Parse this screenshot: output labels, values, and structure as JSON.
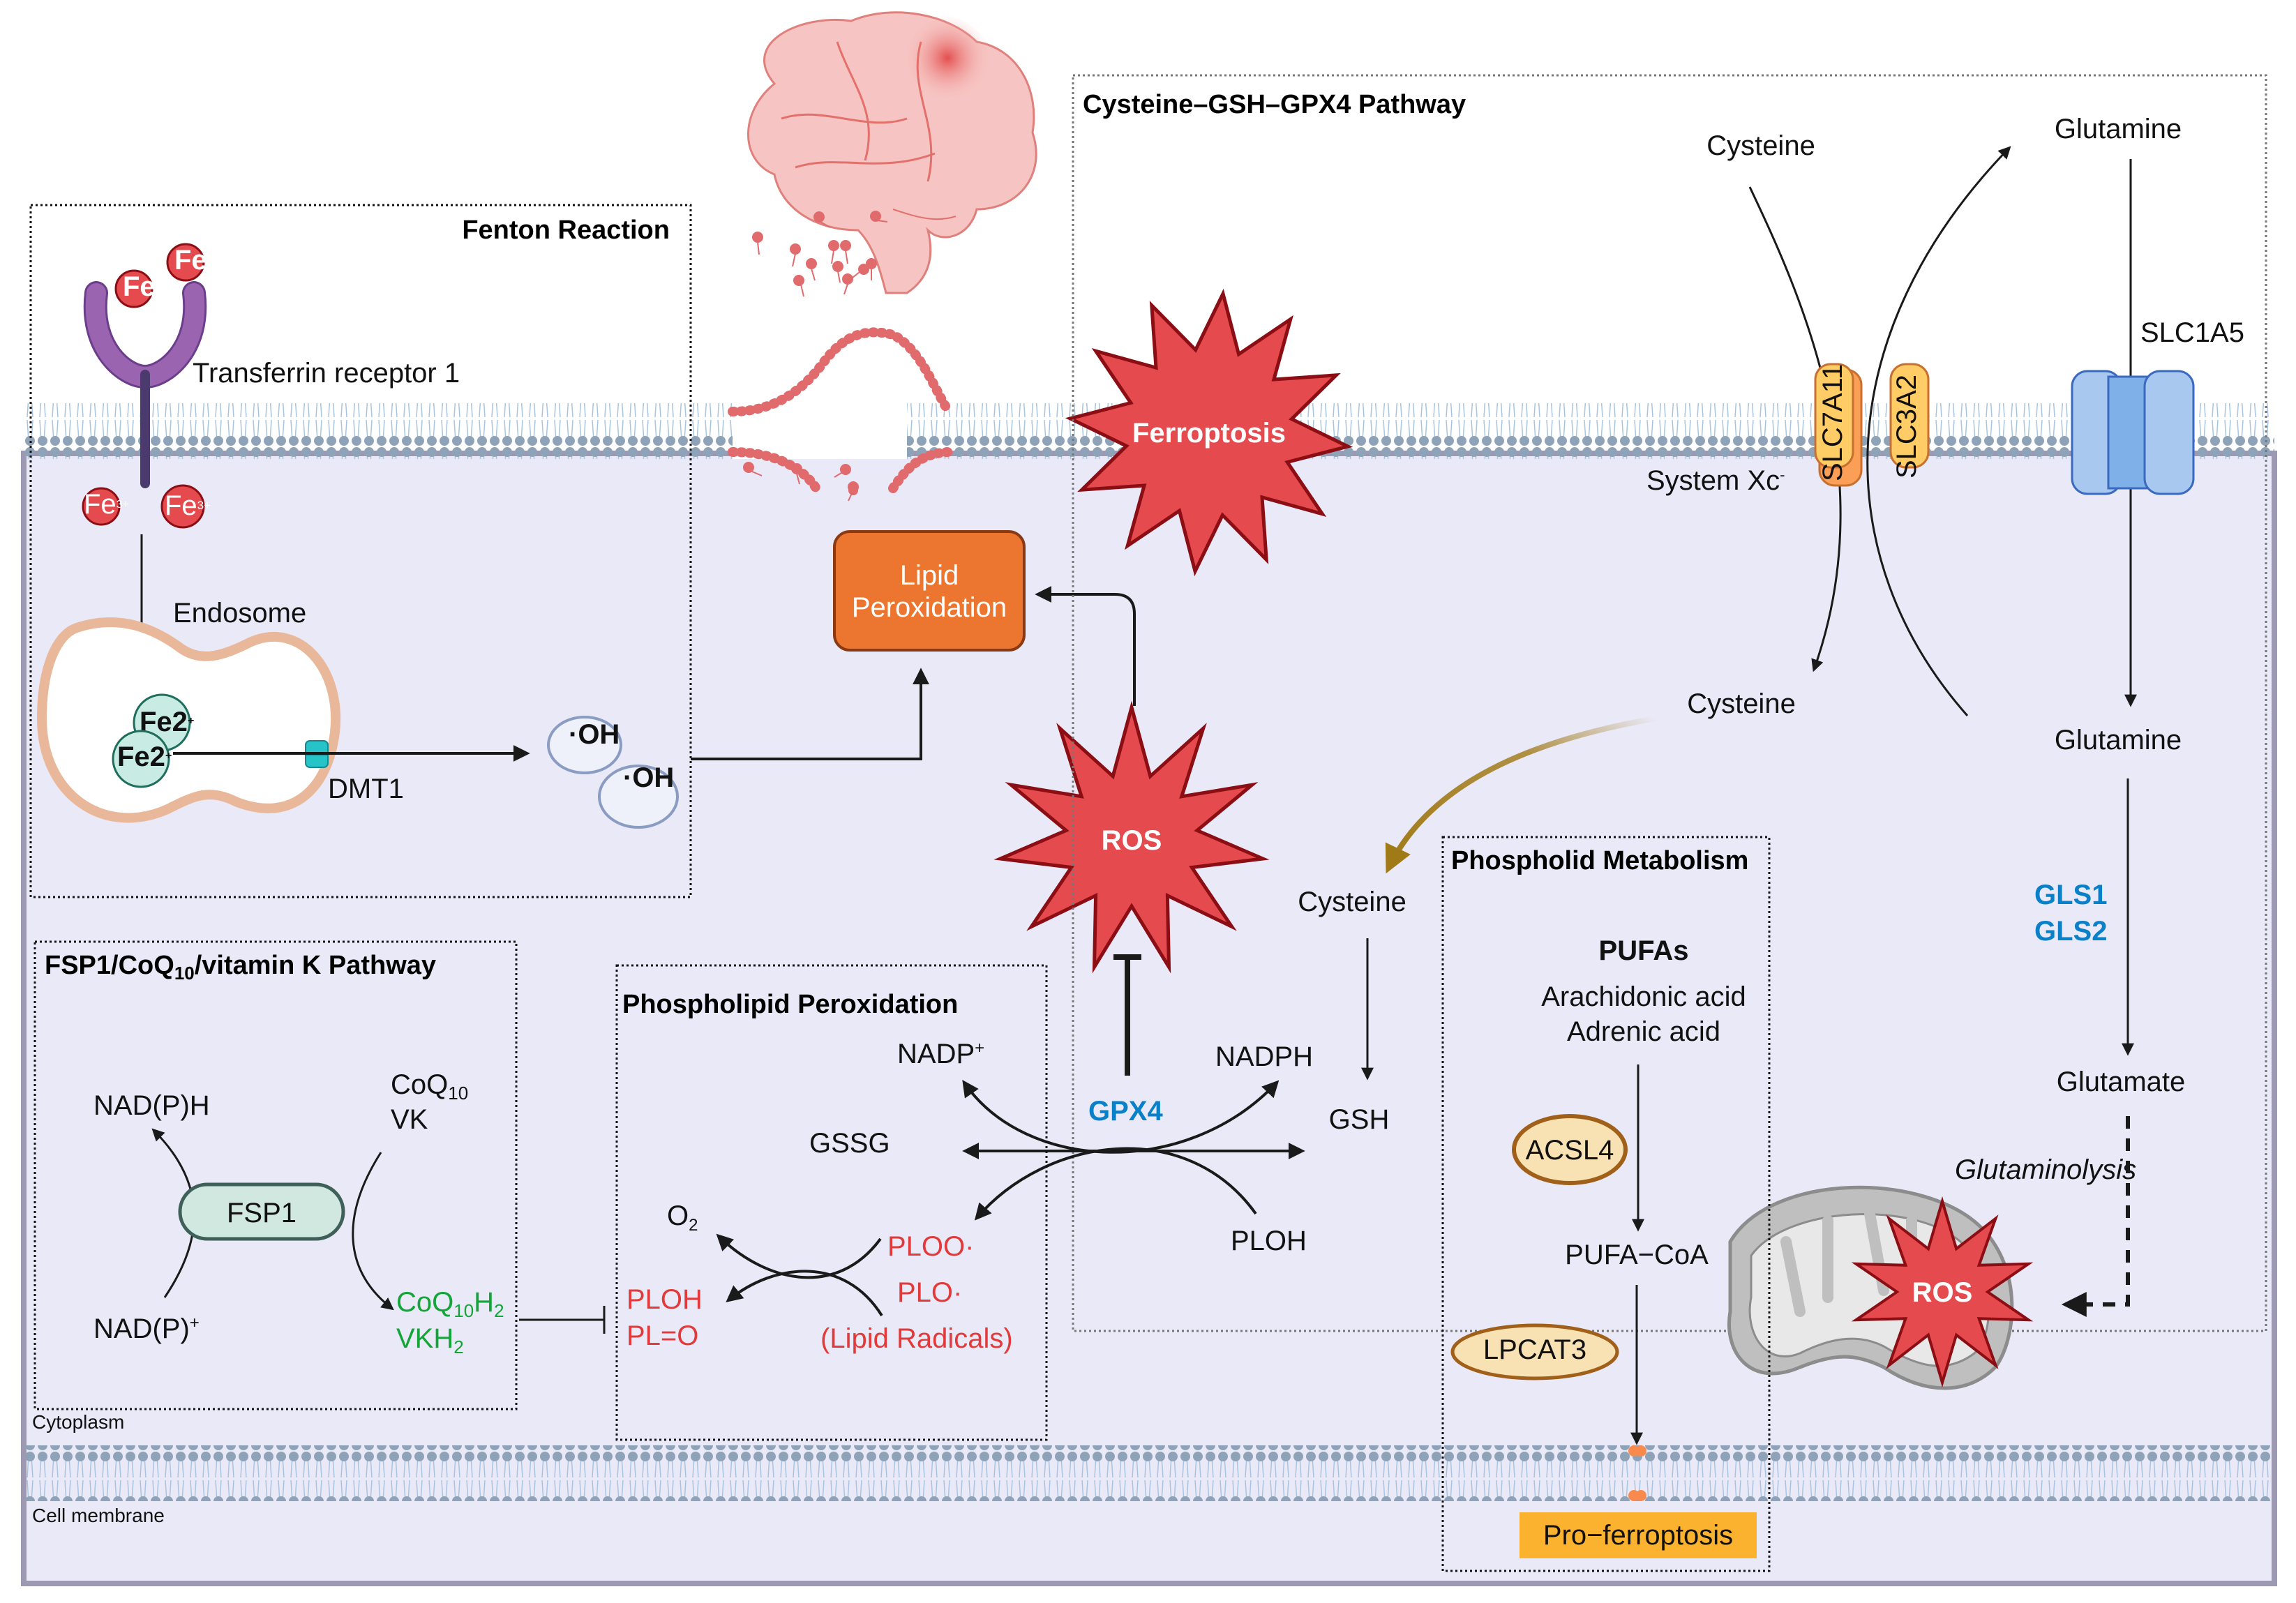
{
  "figure": {
    "title": "Ferroptosis mechanisms in the brain",
    "compartments": {
      "cytoplasm": "Cytoplasm",
      "cell_membrane": "Cell membrane"
    },
    "colors": {
      "cytoplasm_bg": "#eae9f7",
      "membrane_head": "#8fa3b8",
      "burst_fill": "#e54b4e",
      "burst_stroke": "#8b0e14",
      "lipid_perox_fill": "#ec7630",
      "enzyme_blue": "#0a80c8",
      "product_green": "#13a538",
      "radical_red": "#e23a3a",
      "pro_ferroptosis_fill": "#fbb32f",
      "gold_arrow": "#a07a17"
    }
  },
  "fenton": {
    "title": "Fenton Reaction",
    "fe3_label": "Fe",
    "fe3_charge": "3+",
    "receptor": "Transferrin receptor 1",
    "endosome": "Endosome",
    "fe2_label": "Fe2",
    "fe2_charge": "+",
    "dmt1": "DMT1",
    "hydroxyl": "·OH"
  },
  "center": {
    "ferroptosis": "Ferroptosis",
    "lipid_peroxidation_line1": "Lipid",
    "lipid_peroxidation_line2": "Peroxidation",
    "ros": "ROS"
  },
  "gsh_pathway": {
    "title": "Cysteine–GSH–GPX4 Pathway",
    "cysteine_out": "Cysteine",
    "glutamine_out": "Glutamine",
    "slc7a11": "SLC7A11",
    "slc3a2": "SLC3A2",
    "system_xc": "System Xc",
    "system_xc_sup": "-",
    "slc1a5": "SLC1A5",
    "cysteine_in": "Cysteine",
    "glutamine_in": "Glutamine",
    "cysteine_mid": "Cysteine",
    "gsh": "GSH",
    "nadph": "NADPH",
    "nadp": "NADP",
    "nadp_sup": "+",
    "gpx4": "GPX4",
    "gssg": "GSSG",
    "ploh": "PLOH",
    "gls1": "GLS1",
    "gls2": "GLS2",
    "glutamate": "Glutamate",
    "glutaminolysis": "Glutaminolysis",
    "mito_ros": "ROS"
  },
  "fsp1": {
    "title_a": "FSP1/CoQ",
    "title_sub": "10",
    "title_b": "/vitamin K Pathway",
    "nadph": "NAD(P)H",
    "nadp": "NAD(P)",
    "nadp_sup": "+",
    "enzyme": "FSP1",
    "coq": "CoQ",
    "coq_sub": "10",
    "vk": "VK",
    "coqh2_a": "CoQ",
    "coqh2_sub1": "10",
    "coqh2_b": "H",
    "coqh2_sub2": "2",
    "vkh2_a": "VKH",
    "vkh2_sub": "2"
  },
  "pl_perox": {
    "title": "Phospholipid Peroxidation",
    "o2": "O",
    "o2_sub": "2",
    "ploo": "PLOO·",
    "plo": "PLO·",
    "radicals": "(Lipid Radicals)",
    "ploh": "PLOH",
    "plo_keto": "PL=O"
  },
  "pl_metab": {
    "title": "Phospholid Metabolism",
    "pufas": "PUFAs",
    "aa": "Arachidonic acid",
    "adrenic": "Adrenic acid",
    "acsl4": "ACSL4",
    "pufa_coa": "PUFA−CoA",
    "lpcat3": "LPCAT3",
    "pro_ferroptosis": "Pro−ferroptosis"
  }
}
